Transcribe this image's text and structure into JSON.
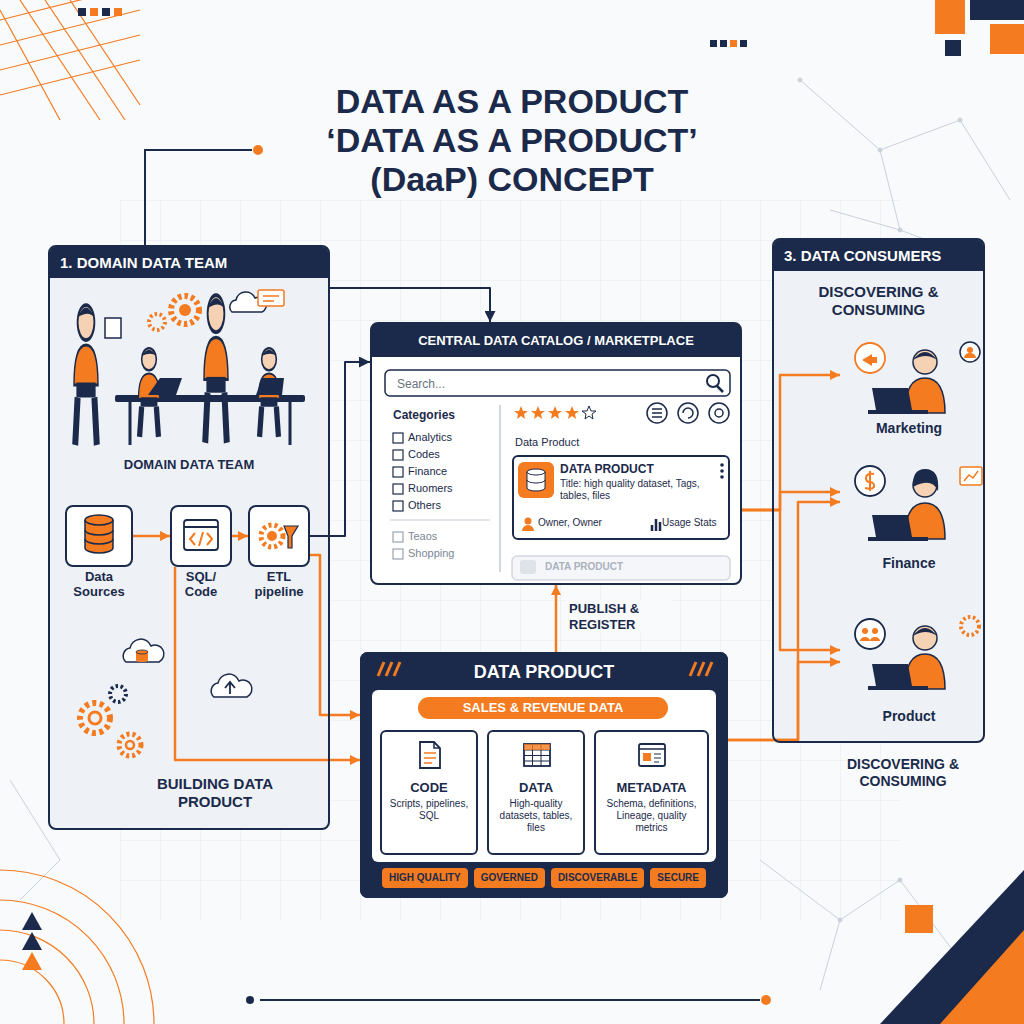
{
  "diagram": {
    "title": "DATA AS A PRODUCT ‘DATA AS A PRODUCT’ (DaaP) CONCEPT",
    "nodes": [
      {
        "text": [
          "1. DOMAIN DATA TEAM",
          "DOMAIN DATA TEAM",
          "BUILDING DATA PRODUCT"
        ]
      },
      {
        "text": [
          "Data Sources"
        ],
        "in": 0
      },
      {
        "text": [
          "SQL/ Code"
        ],
        "in": 0
      },
      {
        "text": [
          "ETL pipeline"
        ],
        "in": 0
      },
      {
        "text": [
          "CENTRAL DATA CATALOG / MARKETPLACE"
        ]
      },
      {
        "text": [
          "DATA PRODUCT",
          "Title: high quality dataset, Tags, tables, files",
          "Owner, Owner",
          "Usage Stats"
        ],
        "in": 4
      },
      {
        "text": [
          "DATA PRODUCT"
        ]
      },
      {
        "text": [
          "SALES & REVENUE DATA"
        ],
        "in": 6
      },
      {
        "text": [
          "CODE",
          "Scripts, pipelines, SQL"
        ],
        "in": 6
      },
      {
        "text": [
          "DATA",
          "High-quality datasets, tables, files"
        ],
        "in": 6
      },
      {
        "text": [
          "METADATA",
          "Schema, definitions, Lineage, quality metrics"
        ],
        "in": 6
      },
      {
        "text": [
          "HIGH QUALITY"
        ],
        "in": 6
      },
      {
        "text": [
          "GOVERNED"
        ],
        "in": 6
      },
      {
        "text": [
          "DISCOVERABLE"
        ],
        "in": 6
      },
      {
        "text": [
          "SECURE"
        ],
        "in": 6
      },
      {
        "text": [
          "3. DATA CONSUMERS",
          "DISCOVERING & CONSUMING"
        ]
      },
      {
        "text": [
          "Marketing"
        ],
        "in": 15
      },
      {
        "text": [
          "Finance"
        ],
        "in": 15
      },
      {
        "text": [
          "Product"
        ],
        "in": 15
      }
    ],
    "edges": [
      {
        "from": 1,
        "to": 2,
        "arrow": "to"
      },
      {
        "from": 2,
        "to": 3,
        "arrow": "to"
      },
      {
        "from": 0,
        "to": 4,
        "arrow": "to"
      },
      {
        "from": 3,
        "to": 4,
        "arrow": "to"
      },
      {
        "from": 2,
        "to": 6,
        "arrow": "to"
      },
      {
        "from": 3,
        "to": 6,
        "arrow": "to"
      },
      {
        "from": 6,
        "to": 4,
        "label": "PUBLISH & REGISTER",
        "arrow": "to"
      },
      {
        "from": 4,
        "to": 16,
        "arrow": "to"
      },
      {
        "from": 4,
        "to": 17,
        "arrow": "to"
      },
      {
        "from": 4,
        "to": 18,
        "arrow": "to"
      },
      {
        "from": 6,
        "to": 17,
        "arrow": "to"
      },
      {
        "from": 6,
        "to": 18,
        "arrow": "to"
      }
    ],
    "labels": [
      "Search...",
      "Categories",
      "Analytics",
      "Codes",
      "Finance",
      "Ruomers",
      "Others",
      "Teaos",
      "Shopping",
      "Data Product",
      "DATA PRODUCT",
      "DISCOVERING & CONSUMING"
    ]
  }
}
